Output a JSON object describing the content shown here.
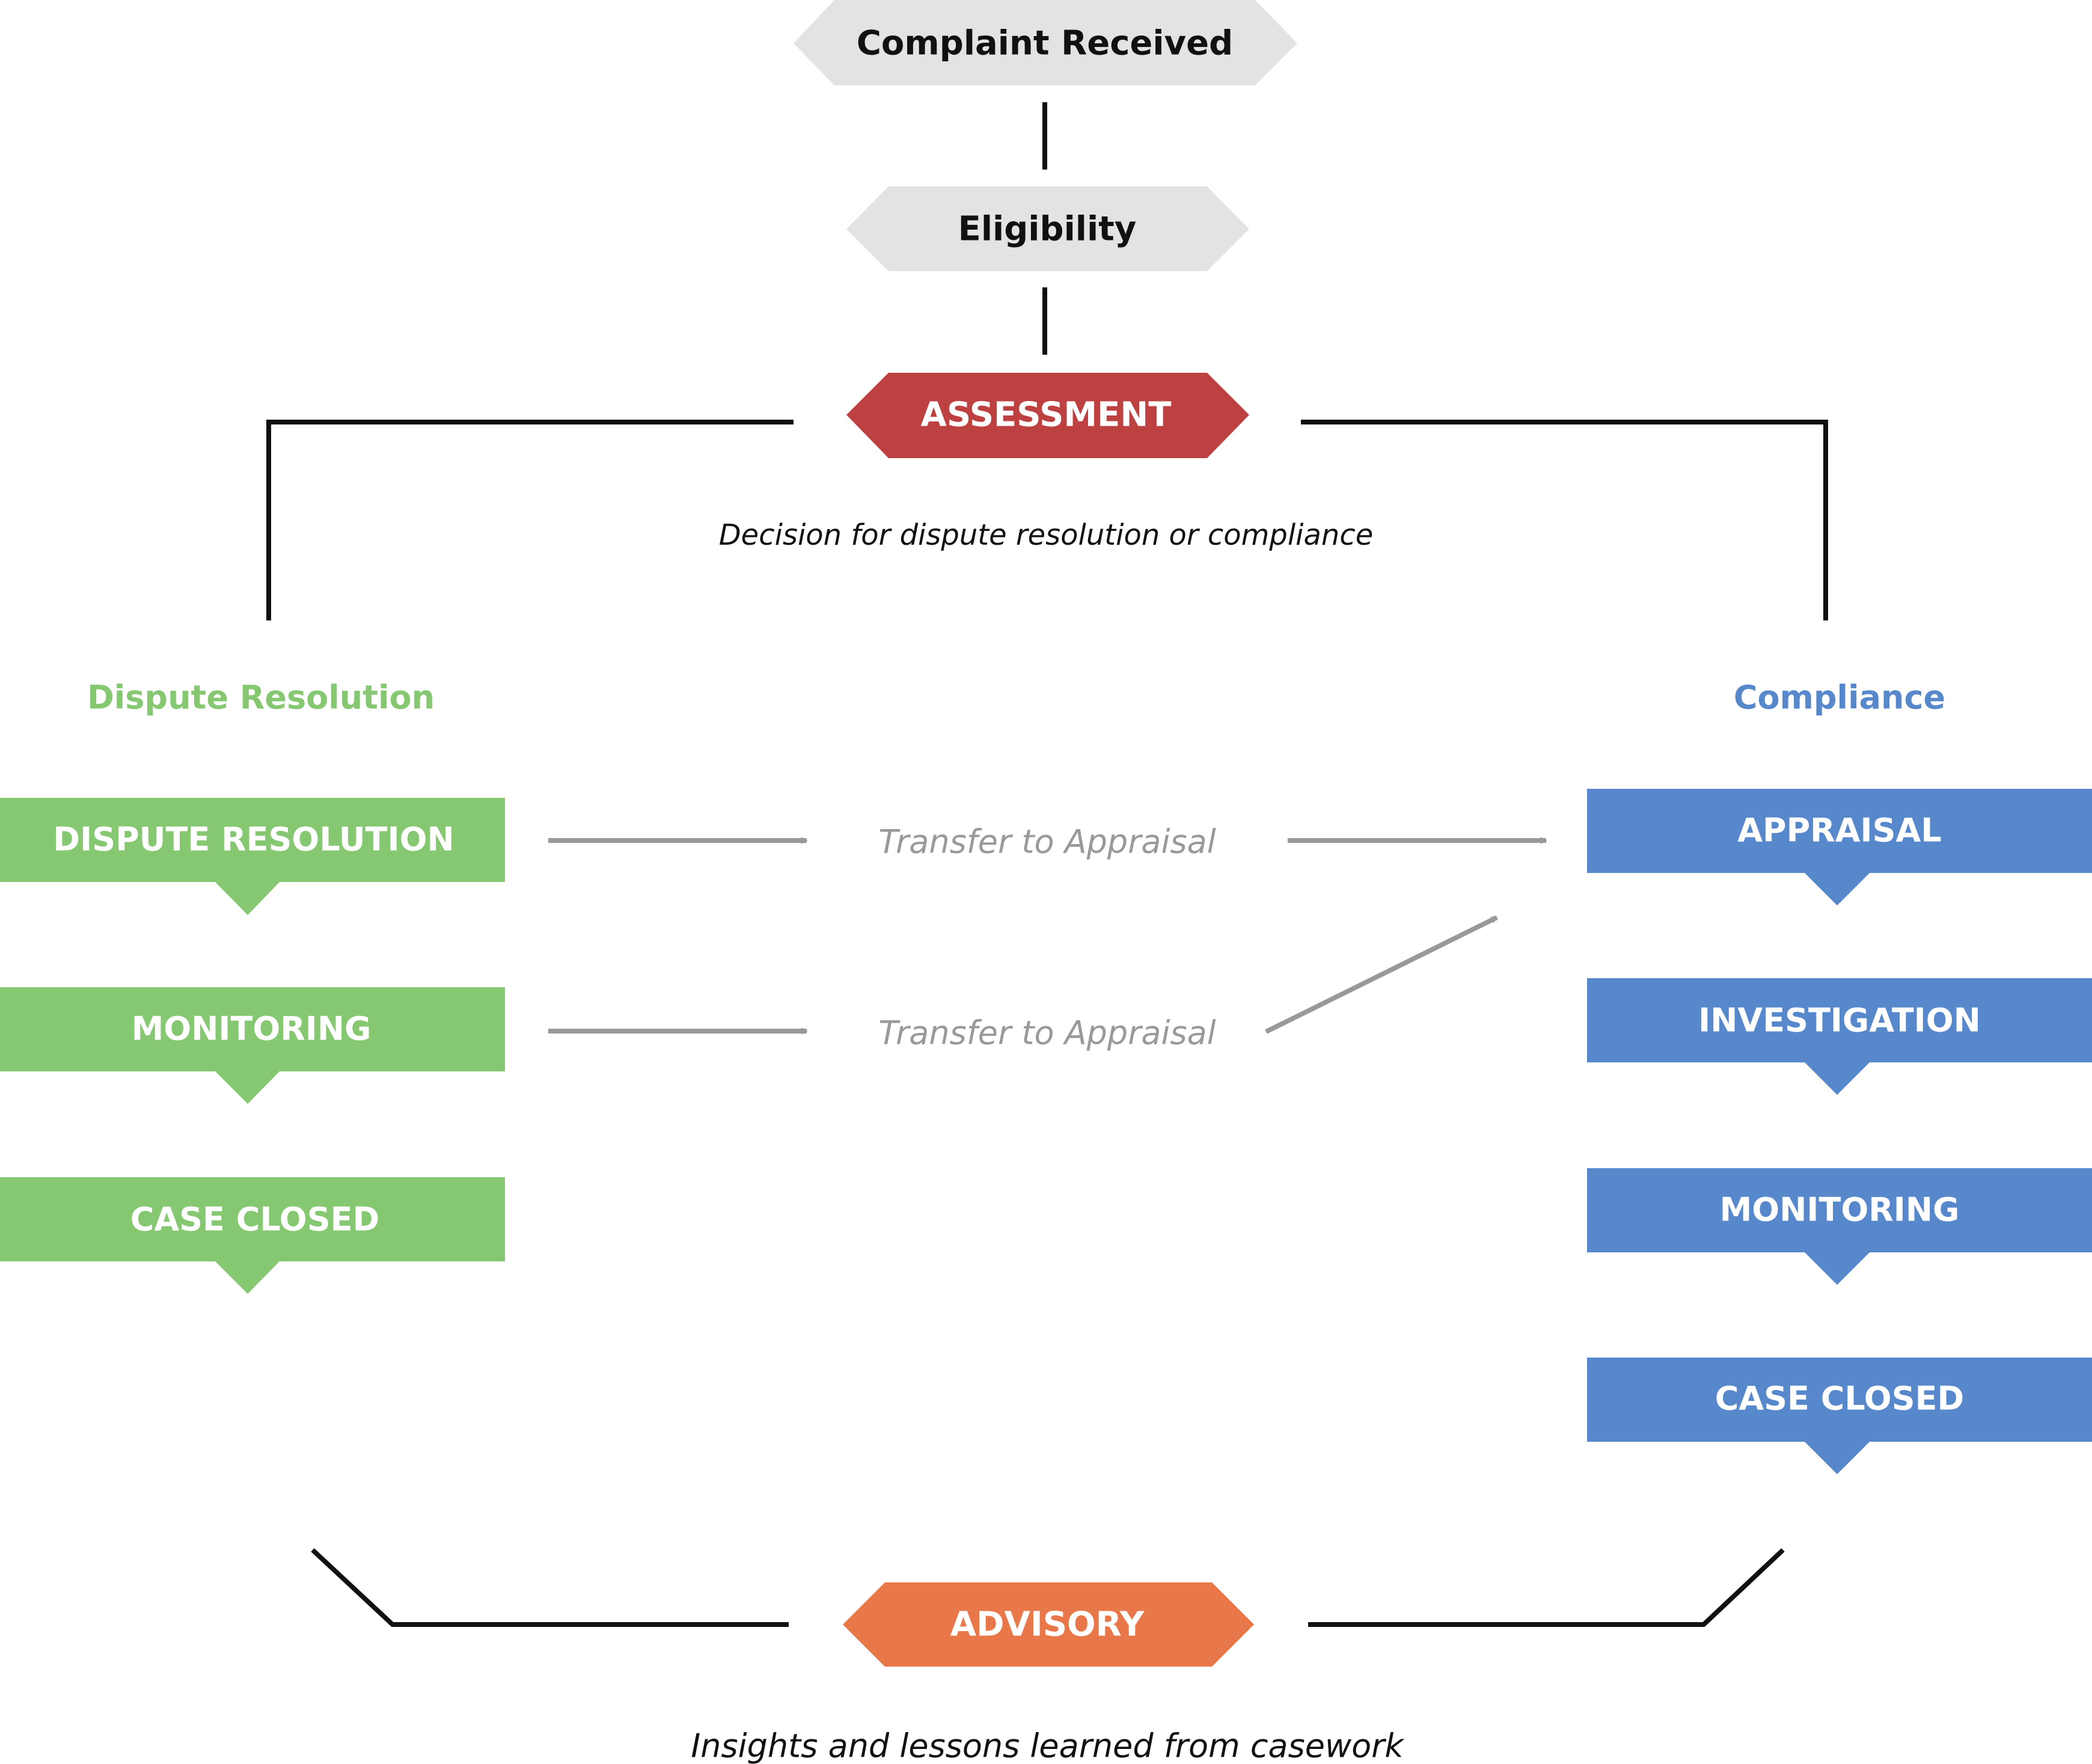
{
  "colors": {
    "gray_node": "#e3e3e3",
    "assessment": "#bd4141",
    "advisory": "#e8784a",
    "dispute": "#86c871",
    "compliance": "#5688cb",
    "dispute_heading": "#86c871",
    "compliance_heading": "#5688cb",
    "connector": "#111111",
    "transfer": "#999999"
  },
  "top": {
    "complaint_received": "Complaint Received",
    "eligibility": "Eligibility",
    "assessment": "ASSESSMENT",
    "assessment_caption": "Decision for dispute resolution or compliance"
  },
  "dispute_track": {
    "heading": "Dispute Resolution",
    "steps": [
      "DISPUTE RESOLUTION",
      "MONITORING",
      "CASE CLOSED"
    ]
  },
  "compliance_track": {
    "heading": "Compliance",
    "steps": [
      "APPRAISAL",
      "INVESTIGATION",
      "MONITORING",
      "CASE CLOSED"
    ]
  },
  "transfers": [
    "Transfer to Appraisal",
    "Transfer to Appraisal"
  ],
  "bottom": {
    "advisory": "ADVISORY",
    "advisory_caption": "Insights and lessons learned from casework"
  }
}
